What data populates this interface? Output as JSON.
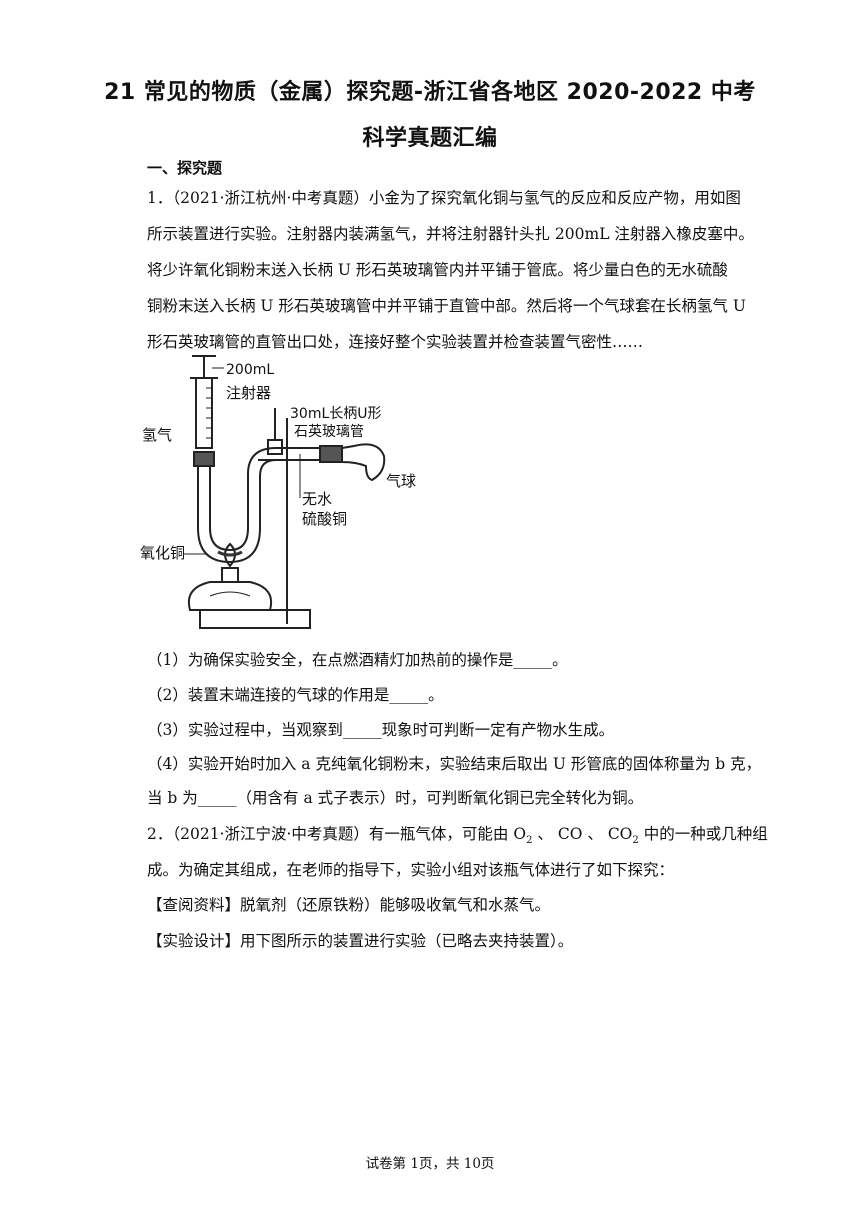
{
  "doc": {
    "title_line1": "21 常见的物质（金属）探究题-浙江省各地区 2020-2022 中考",
    "title_line2": "科学真题汇编",
    "section": "一、探究题",
    "q1": {
      "lines": [
        "1．（2021·浙江杭州·中考真题）小金为了探究氧化铜与氢气的反应和反应产物，用如图",
        "所示装置进行实验。注射器内装满氢气，并将注射器针头扎 200mL 注射器入橡皮塞中。",
        "将少许氧化铜粉末送入长柄 U 形石英玻璃管内并平铺于管底。将少量白色的无水硫酸",
        "铜粉末送入长柄 U 形石英玻璃管中并平铺于直管中部。然后将一个气球套在长柄氢气 U",
        "形石英玻璃管的直管出口处，连接好整个实验装置并检查装置气密性……"
      ],
      "diagram_labels": {
        "syringe_volume": "200mL",
        "syringe": "注射器",
        "hydrogen": "氢气",
        "u_tube_line1": "30mL长柄U形",
        "u_tube_line2": "石英玻璃管",
        "balloon": "气球",
        "anhydrous_line1": "无水",
        "anhydrous_line2": "硫酸铜",
        "copper_oxide": "氧化铜"
      },
      "sub_questions": [
        "（1）为确保实验安全，在点燃酒精灯加热前的操作是_____。",
        "（2）装置末端连接的气球的作用是_____。",
        "（3）实验过程中，当观察到_____现象时可判断一定有产物水生成。",
        "（4）实验开始时加入 a 克纯氧化铜粉末，实验结束后取出 U 形管底的固体称量为 b 克，",
        "当 b 为_____（用含有 a 式子表示）时，可判断氧化铜已完全转化为铜。"
      ]
    },
    "q2": {
      "line1_prefix": "2．（2021·浙江宁波·中考真题）有一瓶气体，可能由",
      "gas1": "O",
      "gas1_sub": "2",
      "sep1": "、",
      "gas2": "CO",
      "sep2": "、",
      "gas3": "CO",
      "gas3_sub": "2",
      "line1_suffix": "中的一种或几种组",
      "line2": "成。为确定其组成，在老师的指导下，实验小组对该瓶气体进行了如下探究：",
      "line3": "【查阅资料】脱氧剂（还原铁粉）能够吸收氧气和水蒸气。",
      "line4": "【实验设计】用下图所示的装置进行实验（已略去夹持装置）。"
    },
    "footer": "试卷第 1页，共 10页"
  }
}
